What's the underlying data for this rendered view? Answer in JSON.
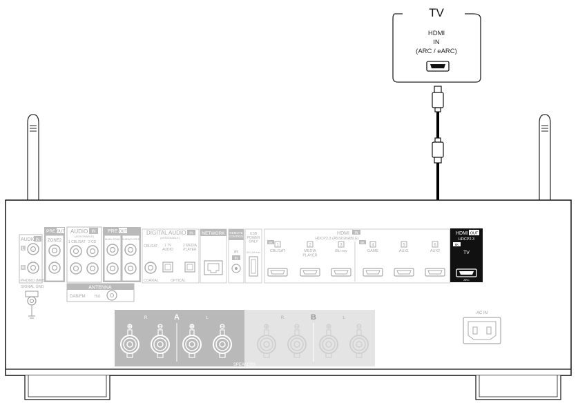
{
  "tv": {
    "title": "TV",
    "port_line1": "HDMI",
    "port_line2": "IN",
    "port_line3": "(ARC / eARC)"
  },
  "receiver": {
    "audio_in_label": "AUDIO",
    "in_badge": "IN",
    "out_badge": "OUT",
    "pre_label": "PRE",
    "zone2_label": "ZONE2",
    "assignable": "(ASSIGNABLE)",
    "cbl_sat_short": "1 CBL/SAT",
    "cd_label": "2 CD",
    "main_zone": "MAIN ZONE",
    "subwoofer": "SUBWOOFER",
    "channel_l": "L",
    "channel_r": "R",
    "phono_label": "PHONO (MM)",
    "signal_gnd": "SIGNAL GND",
    "digital_audio": "DIGITAL AUDIO",
    "digital_cbl_sat": "CBL/SAT",
    "digital_tv_audio": "1  TV\nAUDIO",
    "digital_media_player": "2 MEDIA\nPLAYER",
    "coaxial": "COAXIAL",
    "optical": "OPTICAL",
    "network": "NETWORK",
    "remote_control": "REMOTE\nCONTROL",
    "ir_label": "IR",
    "usb_label": "USB\nPOWER\nONLY",
    "usb_rating": "5V/1.5A max",
    "antenna": "ANTENNA",
    "dab_fm": "DAB/FM",
    "ohm": "75Ω",
    "hdmi_in_label": "HDMI",
    "hdcp23": "HDCP2.3",
    "hdcp23_assignable": "HDCP2.3 (ASSIGNABLE)",
    "badge_8k": "8K",
    "inputs": [
      {
        "num": "1",
        "name": "CBL/SAT"
      },
      {
        "num": "2",
        "name": "MEDIA\nPLAYER"
      },
      {
        "num": "3",
        "name": "Blu-ray"
      },
      {
        "num": "4",
        "name": "GAME"
      },
      {
        "num": "5",
        "name": "AUX1"
      },
      {
        "num": "6",
        "name": "AUX2"
      }
    ],
    "hdmi_out_label": "HDMI",
    "hdmi_out_tv": "TV",
    "hdmi_out_arc": "ARC",
    "speakers": "SPEAKERS",
    "speaker_a": "A",
    "speaker_b": "B",
    "speaker_r": "R",
    "speaker_l": "L",
    "ac_in": "AC IN"
  },
  "colors": {
    "accent_gray": "#b9b9b9",
    "dark": "#111111",
    "cable": "#000000"
  }
}
